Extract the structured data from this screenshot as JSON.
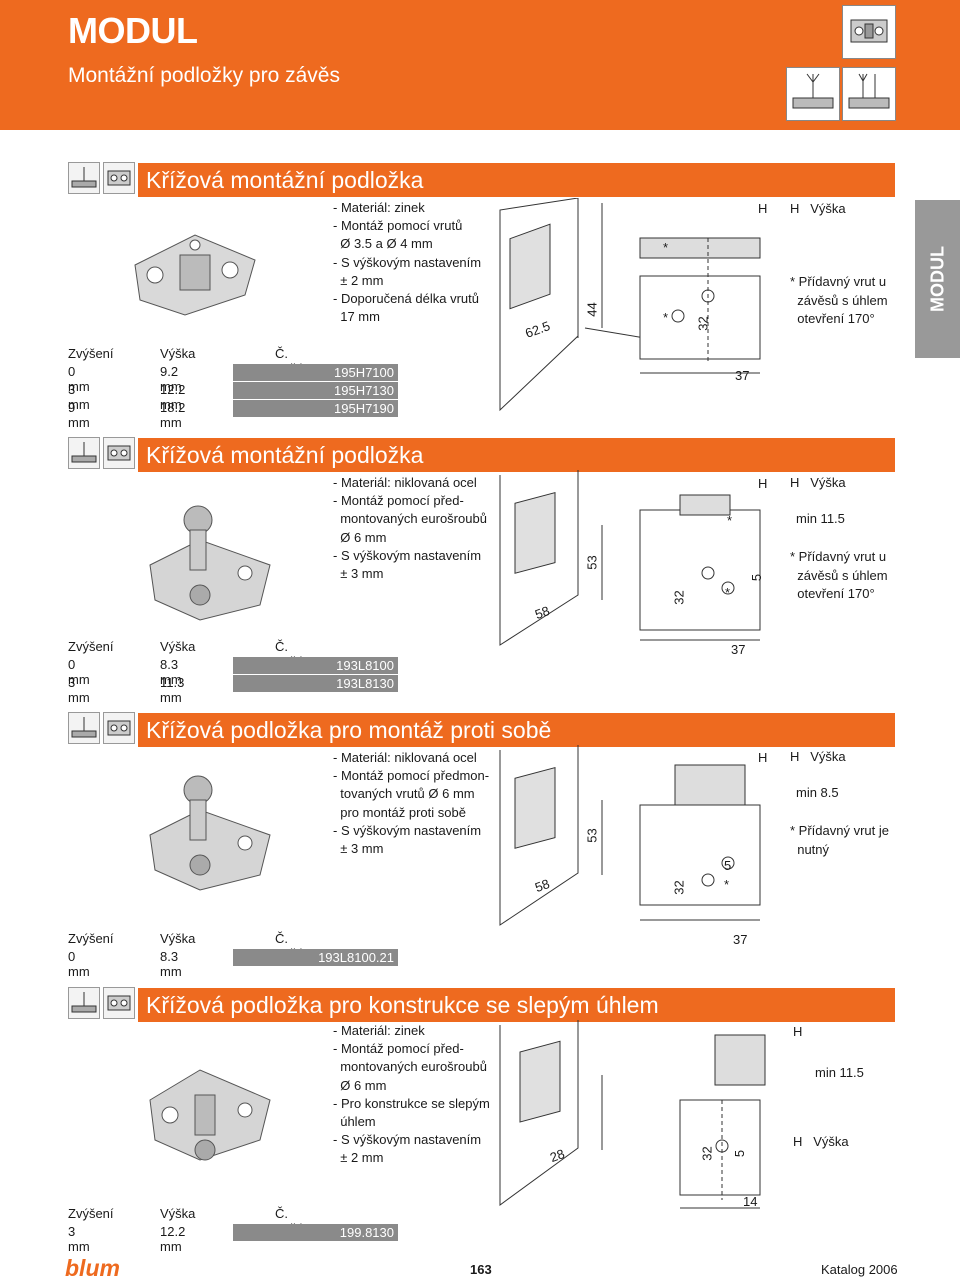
{
  "header": {
    "title": "MODUL",
    "subtitle": "Montážní podložky pro závěs"
  },
  "side_tab": "MODUL",
  "table_headers": {
    "rise": "Zvýšení",
    "height": "Výška",
    "article": "Č. artiklu"
  },
  "sections": [
    {
      "title": "Křížová montážní podložka",
      "description": "- Materiál: zinek\n- Montáž pomocí vrutů\n  Ø 3.5 a Ø 4 mm\n- S výškovým nastavením\n  ± 2 mm\n- Doporučená délka vrutů\n  17 mm",
      "rows": [
        {
          "rise": "0 mm",
          "height": "9.2 mm",
          "article": "195H7100"
        },
        {
          "rise": "3 mm",
          "height": "12.2 mm",
          "article": "195H7130"
        },
        {
          "rise": "9 mm",
          "height": "18.2 mm",
          "article": "195H7190"
        }
      ],
      "dims": {
        "a": "62.5",
        "b": "44",
        "c": "32",
        "d": "37",
        "star1": "*",
        "star2": "*",
        "h": "H"
      },
      "legend": {
        "h": "H",
        "h_label": "Výška",
        "note": "* Přídavný vrut u\n  závěsů s úhlem\n  otevření 170°"
      }
    },
    {
      "title": "Křížová montážní podložka",
      "description": "- Materiál: niklovaná ocel\n- Montáž pomocí před-\n  montovaných eurošroubů\n  Ø 6 mm\n- S výškovým nastavením\n  ± 3 mm",
      "rows": [
        {
          "rise": "0 mm",
          "height": "8.3 mm",
          "article": "193L8100"
        },
        {
          "rise": "3 mm",
          "height": "11.3 mm",
          "article": "193L8130"
        }
      ],
      "dims": {
        "a": "58",
        "b": "53",
        "c": "32",
        "d": "37",
        "e": "5",
        "star1": "*",
        "star2": "*",
        "h": "H"
      },
      "legend": {
        "h": "H",
        "h_label": "Výška",
        "min": "min 11.5",
        "note": "* Přídavný vrut u\n  závěsů s úhlem\n  otevření 170°"
      }
    },
    {
      "title": "Křížová podložka pro montáž proti sobě",
      "description": "- Materiál: niklovaná ocel\n- Montáž pomocí předmon-\n  tovaných vrutů Ø 6 mm\n  pro montáž proti sobě\n- S výškovým nastavením\n  ± 3 mm",
      "rows": [
        {
          "rise": "0 mm",
          "height": "8.3 mm",
          "article": "193L8100.21"
        }
      ],
      "dims": {
        "a": "58",
        "b": "53",
        "c": "32",
        "d": "37",
        "e": "5",
        "star1": "*",
        "h": "H"
      },
      "legend": {
        "h": "H",
        "h_label": "Výška",
        "min": "min 8.5",
        "note": "* Přídavný vrut je\n  nutný"
      }
    },
    {
      "title": "Křížová podložka pro konstrukce se slepým úhlem",
      "description": "- Materiál: zinek\n- Montáž pomocí před-\n  montovaných eurošroubů\n  Ø 6 mm\n- Pro konstrukce se slepým\n  úhlem\n- S výškovým nastavením\n  ± 2 mm",
      "rows": [
        {
          "rise": "3 mm",
          "height": "12.2 mm",
          "article": "199.8130"
        }
      ],
      "dims": {
        "a": "28",
        "c": "32",
        "d": "14",
        "e": "5",
        "h": "H"
      },
      "legend": {
        "h": "H",
        "h_label": "Výška",
        "min": "min 11.5"
      }
    }
  ],
  "footer": {
    "page": "163",
    "catalog": "Katalog 2006",
    "logo": "blum"
  },
  "colors": {
    "accent": "#ee6a1f",
    "gray": "#8a8a8a"
  }
}
